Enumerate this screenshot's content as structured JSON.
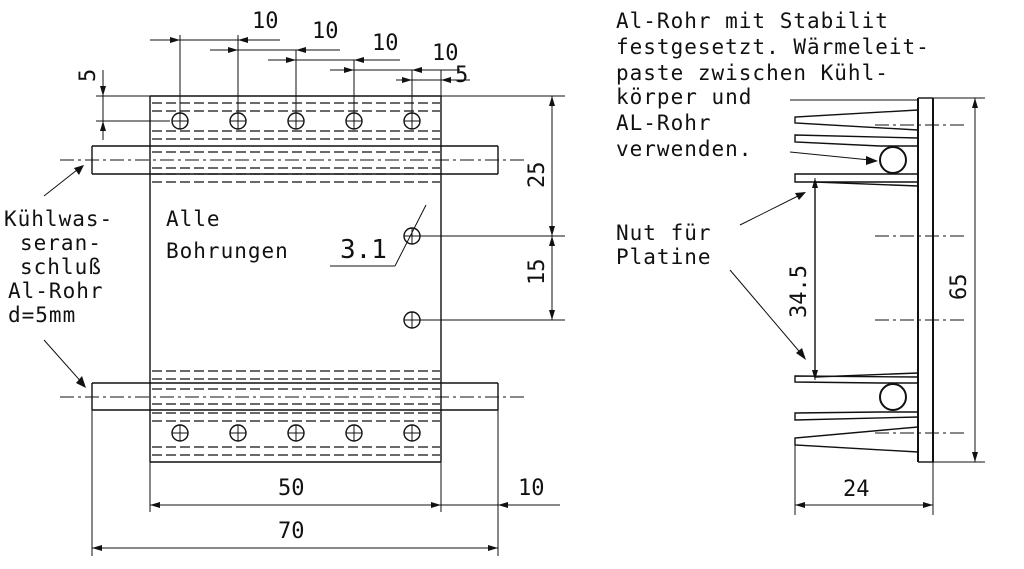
{
  "labels": {
    "note_right": [
      "Al-Rohr mit Stabilit",
      "festgesetzt. Wärmeleit-",
      "paste zwischen Kühl-",
      "körper und",
      "AL-Rohr",
      "verwenden."
    ],
    "nut": [
      "Nut für",
      "Platine"
    ],
    "kuehl": [
      "Kühlwas-",
      "seran-",
      "schluß",
      "Al-Rohr",
      "d=5mm"
    ],
    "alle": [
      "Alle",
      "Bohrungen"
    ],
    "bohr_dia": "3.1"
  },
  "dims": {
    "top_10_a": "10",
    "top_10_b": "10",
    "top_10_c": "10",
    "top_10_d": "10",
    "top_5": "5",
    "left_5": "5",
    "right_25": "25",
    "right_15": "15",
    "bottom_50": "50",
    "bottom_10": "10",
    "bottom_70": "70",
    "side_24": "24",
    "side_65": "65",
    "side_34_5": "34.5"
  }
}
